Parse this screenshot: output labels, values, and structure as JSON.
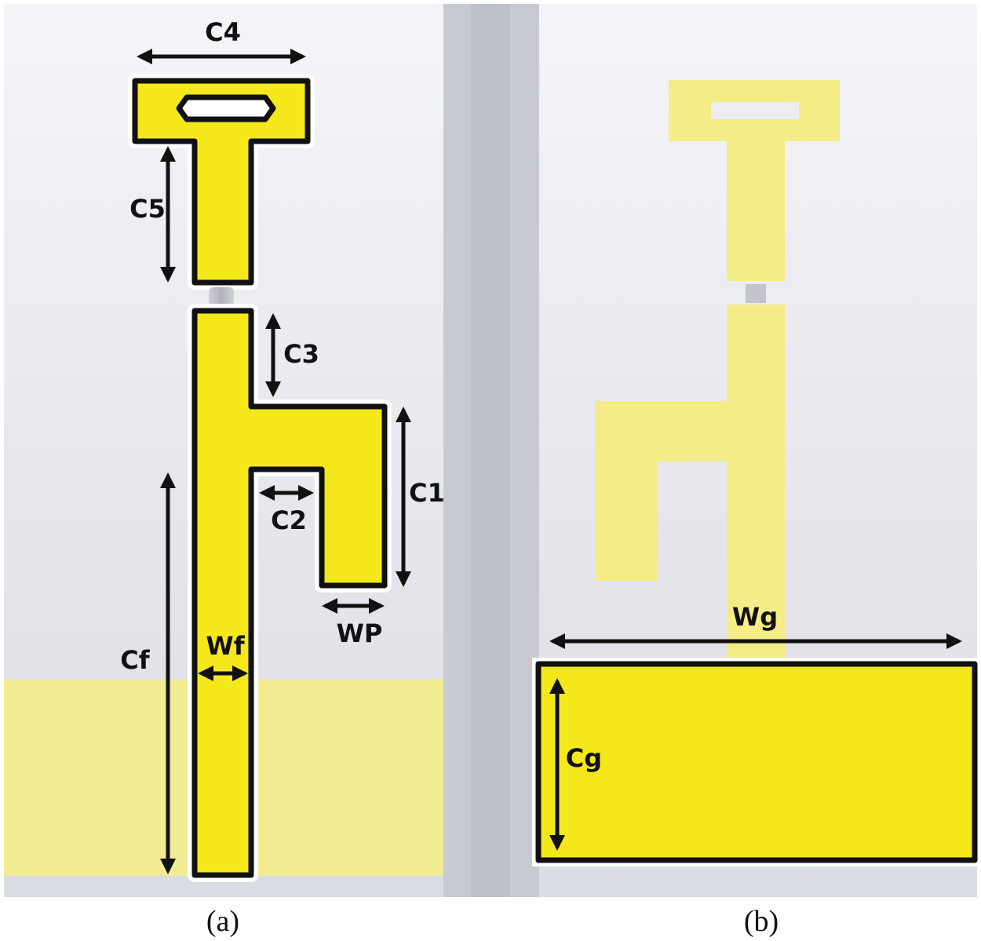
{
  "colors": {
    "copper": "#f5e81a",
    "copper_back_faded": "#f4ec86",
    "ground_faded": "#f3ec8a",
    "outline": "#111111",
    "substrate_top": "#f3f4f8",
    "substrate_bottom": "#d9dbe3"
  },
  "panel_a": {
    "caption": "(a)",
    "labels": {
      "c4": "C4",
      "c5": "C5",
      "c3": "C3",
      "c1": "C1",
      "c2": "C2",
      "wp": "WP",
      "cf": "Cf",
      "wf": "Wf"
    }
  },
  "panel_b": {
    "caption": "(b)",
    "labels": {
      "wg": "Wg",
      "cg": "Cg"
    }
  }
}
